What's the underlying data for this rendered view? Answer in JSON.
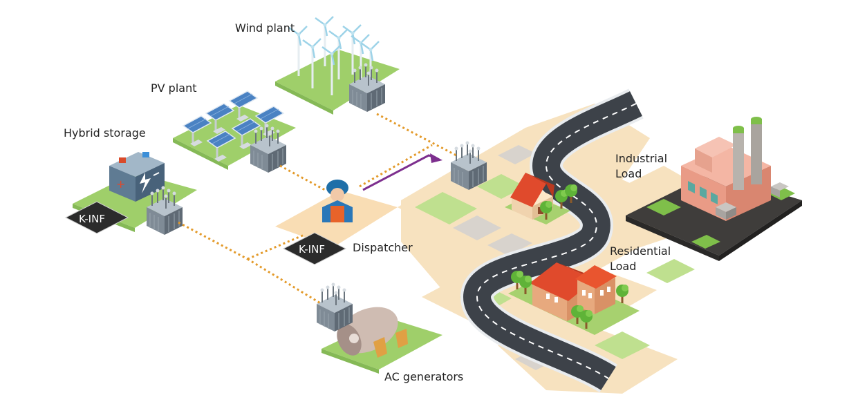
{
  "labels": {
    "wind_plant": "Wind plant",
    "pv_plant": "PV plant",
    "hybrid_storage": "Hybrid storage",
    "dispatcher": "Dispatcher",
    "ac_generators": "AC generators",
    "industrial_load_1": "Industrial",
    "industrial_load_2": "Load",
    "residential_load_1": "Residential",
    "residential_load_2": "Load"
  },
  "chips": {
    "storage_chip": "K-INF",
    "dispatcher_chip": "K-INF"
  },
  "colors": {
    "grass": "#9fcf6a",
    "ground": "#f7e2bf",
    "road": "#3d4249",
    "link_line": "#e39a2a",
    "signal_arrow": "#7d2f8e",
    "chip": "#2b2b2b",
    "roof": "#e04a2c"
  }
}
